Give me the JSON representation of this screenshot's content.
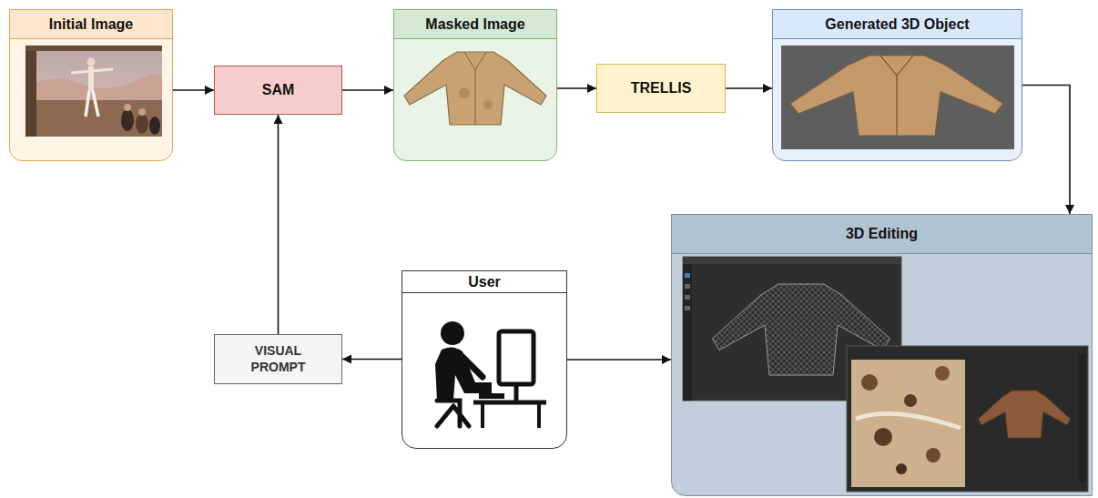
{
  "diagram": {
    "nodes": [
      {
        "text": [
          "Initial Image"
        ]
      },
      {
        "text": [
          "SAM"
        ]
      },
      {
        "text": [
          "Masked Image"
        ]
      },
      {
        "text": [
          "TRELLIS"
        ]
      },
      {
        "text": [
          "Generated 3D Object"
        ]
      },
      {
        "text": [
          "3D Editing"
        ]
      },
      {
        "text": [
          "User"
        ]
      },
      {
        "text": [
          "VISUAL PROMPT"
        ]
      }
    ],
    "edges": [
      {
        "from": 0,
        "to": 1,
        "arrow": "to"
      },
      {
        "from": 1,
        "to": 2,
        "arrow": "to"
      },
      {
        "from": 2,
        "to": 3,
        "arrow": "to"
      },
      {
        "from": 3,
        "to": 4,
        "arrow": "to"
      },
      {
        "from": 4,
        "to": 5,
        "arrow": "to"
      },
      {
        "from": 6,
        "to": 5,
        "arrow": "to"
      },
      {
        "from": 6,
        "to": 7,
        "arrow": "to"
      },
      {
        "from": 7,
        "to": 1,
        "arrow": "to"
      }
    ]
  }
}
